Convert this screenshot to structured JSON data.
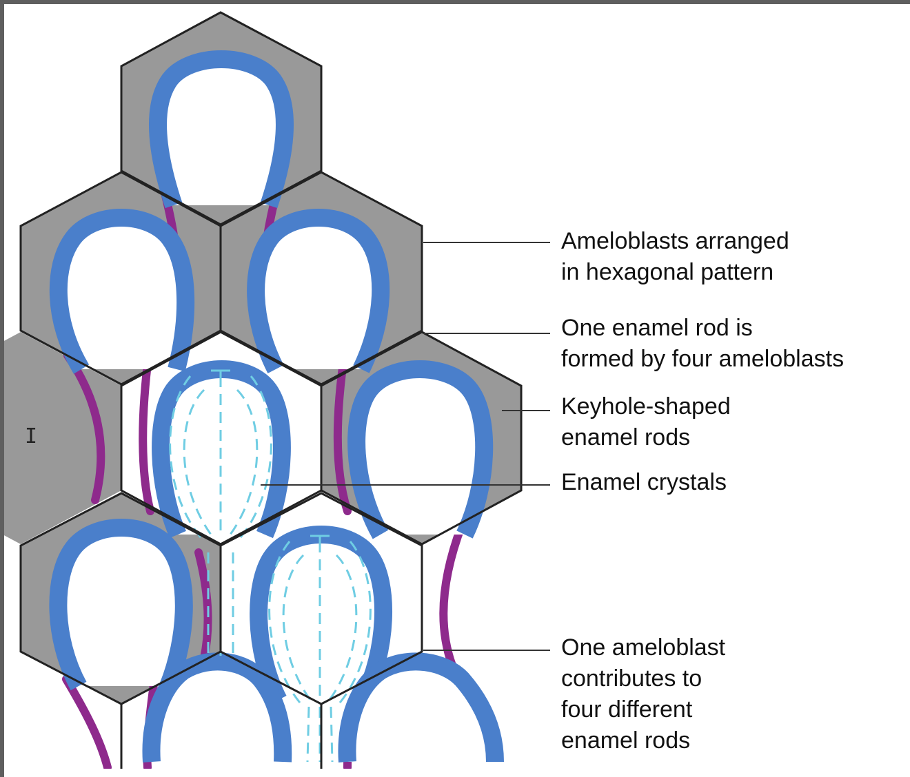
{
  "colors": {
    "background": "#ffffff",
    "frame": "#5f5f5f",
    "ameloblast_gray": "#999999",
    "rod_blue": "#4a7fcb",
    "rod_purple": "#8e2a8c",
    "crystal_cyan": "#6fcde3",
    "outline": "#222222"
  },
  "labels": {
    "hexagonal": "Ameloblasts arranged\nin hexagonal pattern",
    "four_ameloblasts": "One enamel rod is\nformed by four ameloblasts",
    "keyhole": "Keyhole-shaped\nenamel rods",
    "crystals": "Enamel crystals",
    "contributes": "One ameloblast\ncontributes to\nfour different\nenamel rods"
  },
  "icons": {
    "cursor": "text-cursor-icon"
  }
}
